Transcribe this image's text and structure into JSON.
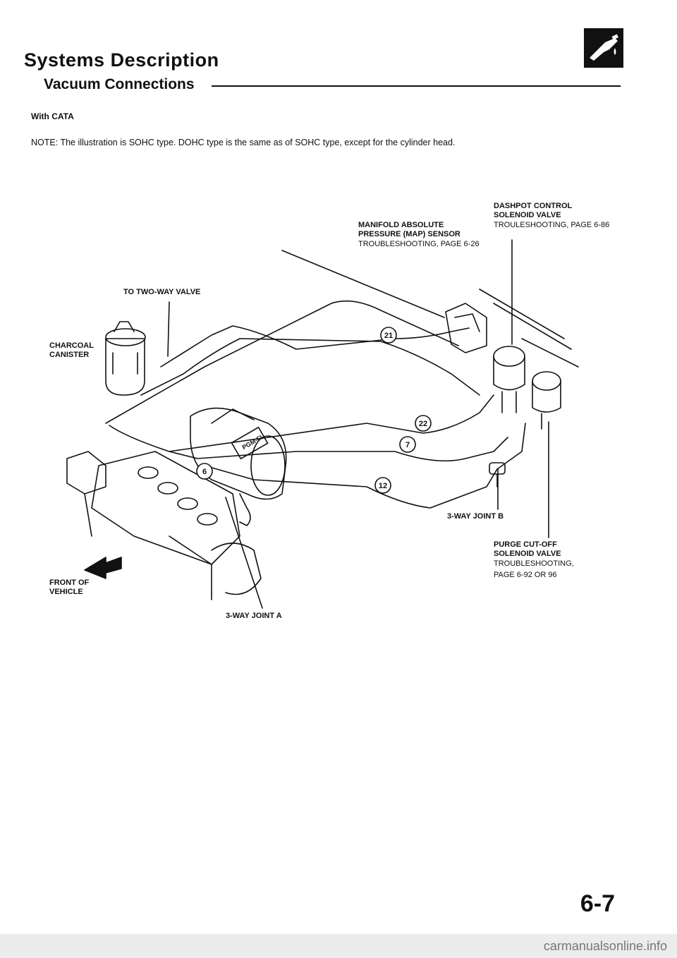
{
  "header": {
    "title": "Systems Description",
    "subtitle": "Vacuum Connections",
    "icon": "fuel-nozzle-icon"
  },
  "condition": "With CATA",
  "note": "NOTE: The illustration is SOHC type. DOHC type is the same as of SOHC type, except for the cylinder head.",
  "labels": {
    "dashpot": {
      "name_line1": "DASHPOT CONTROL",
      "name_line2": "SOLENOID VALVE",
      "ref": "Trouleshooting, page 6-86"
    },
    "map_sensor": {
      "name_line1": "MANIFOLD ABSOLUTE",
      "name_line2": "PRESSURE (MAP) SENSOR",
      "ref": "Troubleshooting, page 6-26"
    },
    "two_way": "TO TWO-WAY VALVE",
    "charcoal": {
      "line1": "CHARCOAL",
      "line2": "CANISTER"
    },
    "joint_b": "3-WAY JOINT B",
    "purge": {
      "name_line1": "PURGE CUT-OFF",
      "name_line2": "SOLENOID VALVE",
      "ref_line1": "Troubleshooting,",
      "ref_line2": "page 6-92 or 96"
    },
    "front": {
      "line1": "FRONT OF",
      "line2": "VEHICLE"
    },
    "joint_a": "3-WAY JOINT A"
  },
  "hose_callouts": [
    "21",
    "22",
    "7",
    "12",
    "6"
  ],
  "engine_marking": "PGM-FI",
  "page_number": "6-7",
  "watermark": "carmanualsonline.info"
}
